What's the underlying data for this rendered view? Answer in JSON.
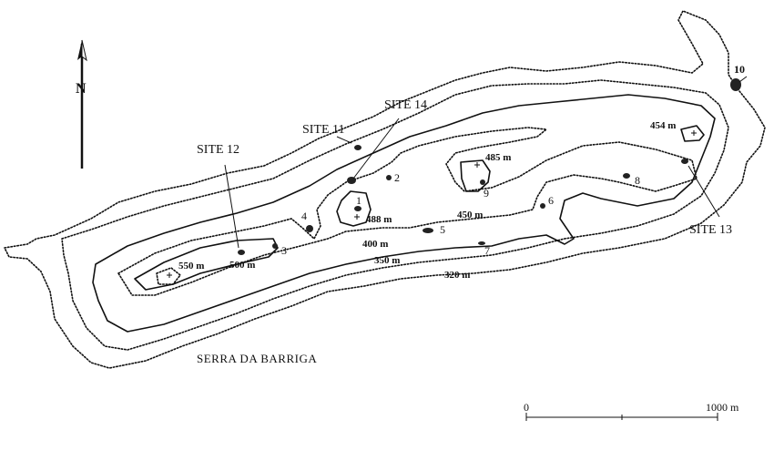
{
  "map": {
    "title": "SERRA DA BARRIGA",
    "north_label": "N",
    "sites": [
      {
        "label": "SITE 11"
      },
      {
        "label": "SITE 12"
      },
      {
        "label": "SITE 13"
      },
      {
        "label": "SITE 14"
      }
    ],
    "numbered_sites": [
      "1",
      "2",
      "3",
      "4",
      "5",
      "6",
      "7",
      "8",
      "9",
      "10"
    ],
    "elevations": [
      "550 m",
      "500 m",
      "488 m",
      "485 m",
      "454 m",
      "450 m",
      "400 m",
      "350 m",
      "320 m"
    ],
    "scale": {
      "start": "0",
      "end": "1000 m"
    },
    "colors": {
      "ink": "#111111",
      "paper": "#ffffff"
    }
  }
}
